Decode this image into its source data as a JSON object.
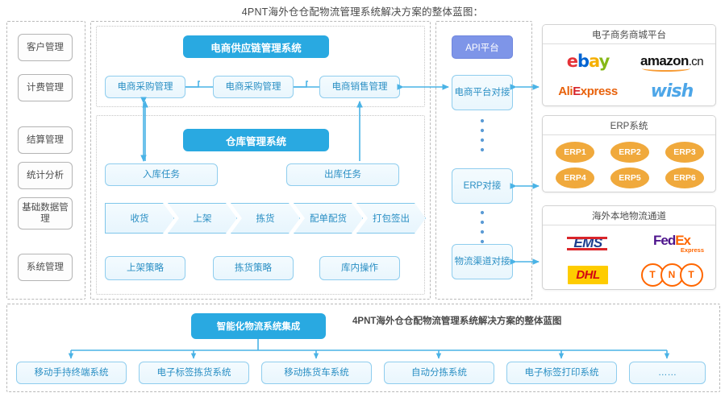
{
  "title": "4PNT海外仓仓配物流管理系统解决方案的整体蓝图：",
  "sidebar": {
    "items": [
      {
        "label": "客户管理"
      },
      {
        "label": "计费管理"
      },
      {
        "label": "结算管理"
      },
      {
        "label": "统计分析"
      },
      {
        "label": "基础数据管理"
      },
      {
        "label": "系统管理"
      }
    ]
  },
  "center": {
    "supply_chain": {
      "header": "电商供应链管理系统",
      "items": [
        {
          "label": "电商采购管理"
        },
        {
          "label": "电商采购管理"
        },
        {
          "label": "电商销售管理"
        }
      ]
    },
    "warehouse": {
      "header": "仓库管理系统",
      "tasks": [
        {
          "label": "入库任务"
        },
        {
          "label": "出库任务"
        }
      ],
      "flow": [
        {
          "label": "收货"
        },
        {
          "label": "上架"
        },
        {
          "label": "拣货"
        },
        {
          "label": "配单配货"
        },
        {
          "label": "打包签出"
        }
      ],
      "strategies": [
        {
          "label": "上架策略"
        },
        {
          "label": "拣货策略"
        },
        {
          "label": "库内操作"
        }
      ]
    }
  },
  "api": {
    "header": "API平台",
    "connectors": [
      {
        "label": "电商平台对接"
      },
      {
        "label": "ERP对接"
      },
      {
        "label": "物流渠道对接"
      }
    ]
  },
  "panels": {
    "ecommerce": {
      "title": "电子商务商城平台",
      "logos": [
        {
          "name": "ebay-logo",
          "text": "ebay"
        },
        {
          "name": "amazon-logo",
          "text": "amazon.cn"
        },
        {
          "name": "aliexpress-logo",
          "text": "AliExpress"
        },
        {
          "name": "wish-logo",
          "text": "wish"
        }
      ]
    },
    "erp": {
      "title": "ERP系统",
      "items": [
        {
          "label": "ERP1"
        },
        {
          "label": "ERP2"
        },
        {
          "label": "ERP3"
        },
        {
          "label": "ERP4"
        },
        {
          "label": "ERP5"
        },
        {
          "label": "ERP6"
        }
      ]
    },
    "logistics": {
      "title": "海外本地物流通道",
      "logos": [
        {
          "name": "ems-logo",
          "text": "EMS"
        },
        {
          "name": "fedex-logo",
          "text": "FedEx",
          "sub": "Express"
        },
        {
          "name": "dhl-logo",
          "text": "DHL"
        },
        {
          "name": "tnt-logo",
          "text": "TNT"
        }
      ]
    }
  },
  "bottom": {
    "header": "智能化物流系统集成",
    "subtitle": "4PNT海外仓仓配物流管理系统解决方案的整体蓝图",
    "items": [
      {
        "label": "移动手持终端系统"
      },
      {
        "label": "电子标签拣货系统"
      },
      {
        "label": "移动拣货车系统"
      },
      {
        "label": "自动分拣系统"
      },
      {
        "label": "电子标签打印系统"
      },
      {
        "label": "……"
      }
    ]
  },
  "colors": {
    "accent_blue": "#29a9e1",
    "accent_purple": "#7e95e8",
    "erp_orange": "#f0a93c",
    "box_border": "#8fcdee",
    "dashed_border": "#b9b9b9"
  }
}
